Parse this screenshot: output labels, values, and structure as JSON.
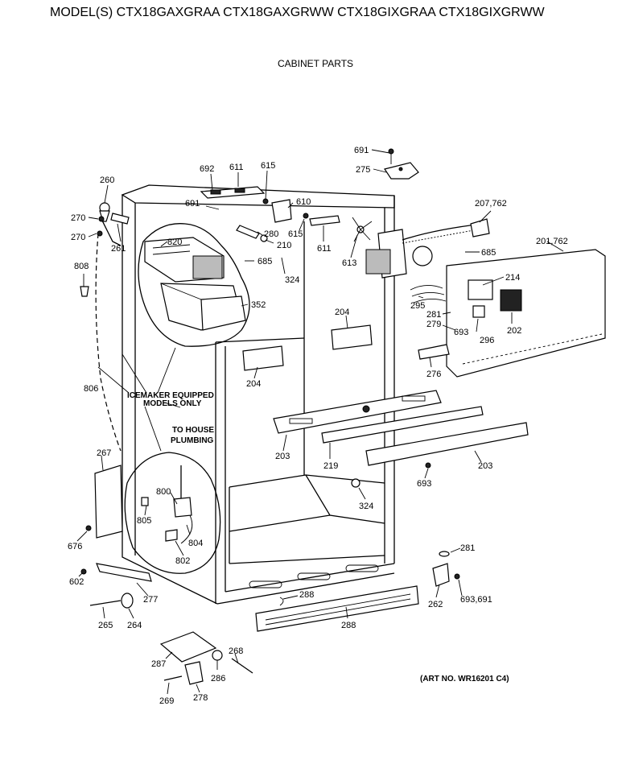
{
  "header": {
    "title": "MODEL(S) CTX18GAXGRAA  CTX18GAXGRWW  CTX18GIXGRAA  CTX18GIXGRWW",
    "subtitle": "CABINET PARTS"
  },
  "notes": {
    "icemaker_line1": "ICEMAKER EQUIPPED",
    "icemaker_line2": "MODELS ONLY",
    "plumbing_line1": "TO HOUSE",
    "plumbing_line2": "PLUMBING",
    "art_no": "(ART NO. WR16201 C4)"
  },
  "labels": {
    "l691a": "691",
    "l275": "275",
    "l692": "692",
    "l611a": "611",
    "l615a": "615",
    "l260": "260",
    "l691b": "691",
    "l610": "610",
    "l207": "207,762",
    "l270a": "270",
    "l270b": "270",
    "l261": "261",
    "l820": "820",
    "l280": "280",
    "l615b": "615",
    "l210": "210",
    "l611b": "611",
    "l613": "613",
    "l685a": "685",
    "l685b": "685",
    "l201": "201,762",
    "l808": "808",
    "l324a": "324",
    "l214": "214",
    "l352": "352",
    "l295": "295",
    "l281a": "281",
    "l204a": "204",
    "l202": "202",
    "l279": "279",
    "l693a": "693",
    "l296": "296",
    "l204b": "204",
    "l276": "276",
    "l806": "806",
    "l203a": "203",
    "l219": "219",
    "l203b": "203",
    "l267": "267",
    "l693b": "693",
    "l800": "800",
    "l324b": "324",
    "l805": "805",
    "l804": "804",
    "l676": "676",
    "l802": "802",
    "l281b": "281",
    "l602": "602",
    "l277": "277",
    "l288a": "288",
    "l262": "262",
    "l693c": "693,691",
    "l265": "265",
    "l264": "264",
    "l288b": "288",
    "l268": "268",
    "l287": "287",
    "l286": "286",
    "l278": "278",
    "l269": "269"
  }
}
